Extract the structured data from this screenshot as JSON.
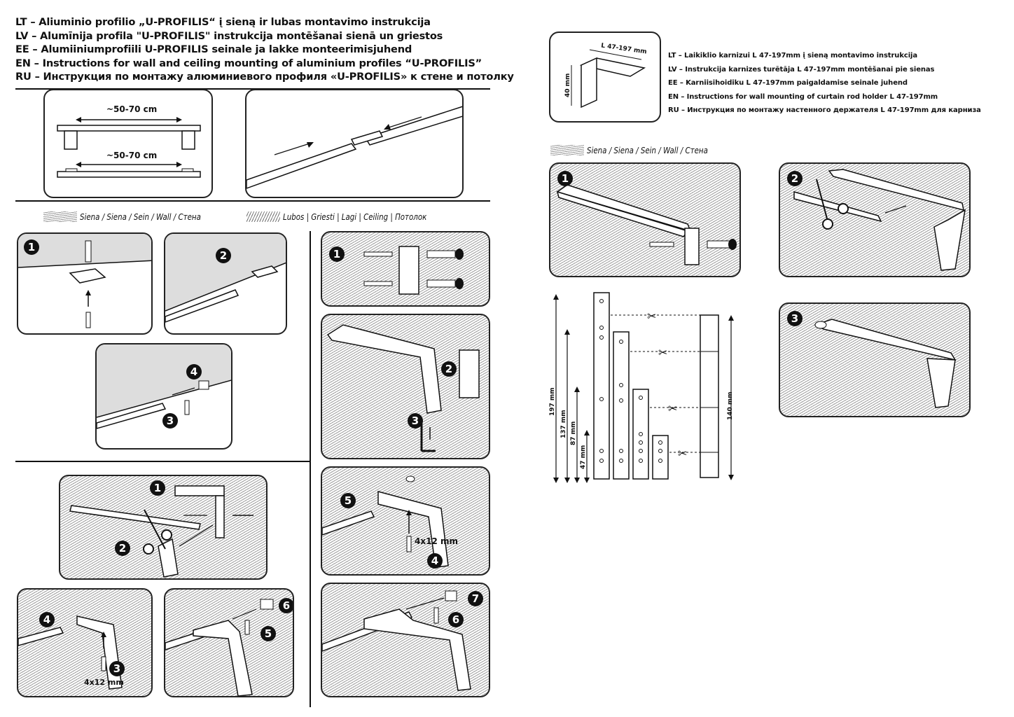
{
  "header": {
    "lines": [
      "LT – Aliuminio profilio „U-PROFILIS“ į sieną ir lubas montavimo instrukcija",
      "LV – Alumīnija profila \"U-PROFILIS\" instrukcija montēšanai sienā un griestos",
      "EE – Alumiiniumprofiili U-PROFILIS seinale ja lakke monteerimisjuhend",
      "EN – Instructions for wall and ceiling mounting of aluminium profiles “U-PROFILIS”",
      "RU – Инструкция по монтажу алюминиевого профиля «U-PROFILIS» к стене и потолку"
    ]
  },
  "holder_header": {
    "lines": [
      "LT – Laikiklio karnizui L 47-197mm  į sieną montavimo instrukcija",
      "LV – Instrukcija karnizes turētāja L 47-197mm montēšanai pie sienas",
      "EE – Karniisihoidiku L 47-197mm paigaldamise seinale juhend",
      "EN – Instructions for wall mounting of curtain rod holder L 47-197mm",
      "RU – Инструкция по монтажу настенного держателя L 47-197mm для карниза"
    ],
    "length_label": "L 47-197 mm",
    "height_label": "40 mm"
  },
  "spacing": {
    "top_label": "~50-70 cm",
    "bottom_label": "~50-70 cm"
  },
  "sections": {
    "wall_label": "Siena / Siena / Sein / Wall / Стена",
    "ceiling_label": "Lubos | Griesti | Lagi | Ceiling | Потолок",
    "right_wall_label": "Siena / Siena / Sein / Wall / Стена"
  },
  "steps": {
    "n1": "1",
    "n2": "2",
    "n3": "3",
    "n4": "4",
    "n5": "5",
    "n6": "6",
    "n7": "7"
  },
  "screw_size": "4x12 mm",
  "bracket_lengths": {
    "l197": "197 mm",
    "l137": "137 mm",
    "l87": "87 mm",
    "l47": "47 mm",
    "l140": "140 mm"
  },
  "icons": [
    "scissors-icon",
    "screw-icon",
    "dowel-icon",
    "arrow-icon"
  ]
}
